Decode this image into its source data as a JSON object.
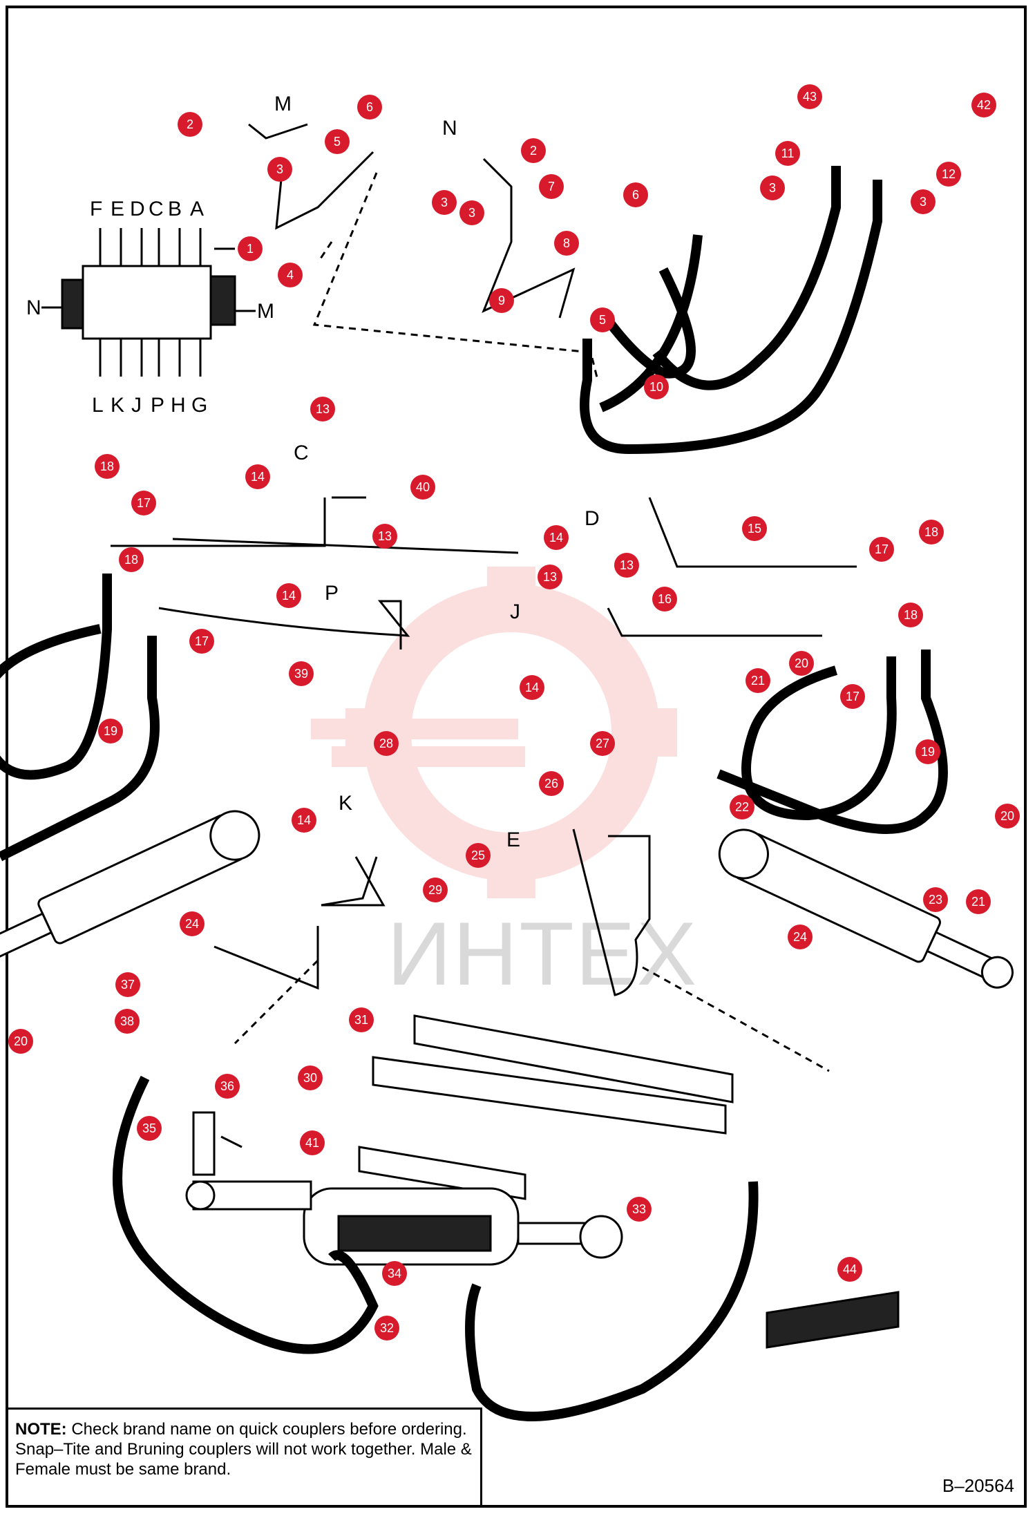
{
  "document_number": "B–20564",
  "note": {
    "label": "NOTE:",
    "text": " Check brand name on quick couplers before ordering.  Snap–Tite and Bruning couplers will not work together. Male & Female must be same brand."
  },
  "watermark": {
    "text": "ИНТЕХ",
    "color": "#f08080"
  },
  "valve_ports_top": [
    "F",
    "E",
    "D",
    "C",
    "B",
    "A"
  ],
  "valve_ports_bottom": [
    "L",
    "K",
    "J",
    "P",
    "H",
    "G"
  ],
  "valve_side_ports": {
    "left": "N",
    "right": "M"
  },
  "port_letters": {
    "m": "M",
    "n": "N",
    "c": "C",
    "d": "D",
    "p": "P",
    "j": "J",
    "k": "K",
    "e": "E"
  },
  "callout_color": "#d81b2c"
}
